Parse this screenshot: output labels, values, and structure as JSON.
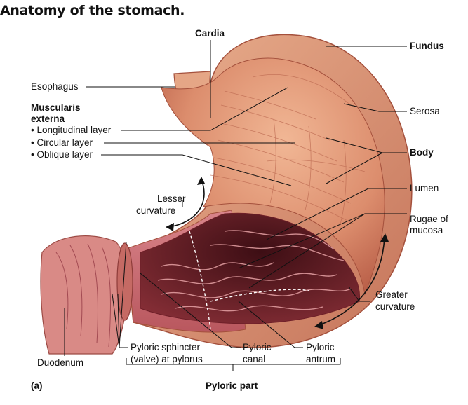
{
  "title": "Anatomy of the stomach.",
  "panel_label": "(a)",
  "labels": {
    "cardia": "Cardia",
    "fundus": "Fundus",
    "esophagus": "Esophagus",
    "muscularis_1": "Muscularis",
    "muscularis_2": "externa",
    "longitudinal": "• Longitudinal layer",
    "circular": "• Circular layer",
    "oblique": "• Oblique layer",
    "serosa": "Serosa",
    "body": "Body",
    "lumen": "Lumen",
    "lesser_1": "Lesser",
    "lesser_2": "curvature",
    "rugae_1": "Rugae of",
    "rugae_2": "mucosa",
    "greater_1": "Greater",
    "greater_2": "curvature",
    "duodenum": "Duodenum",
    "pyloric_sphincter_1": "Pyloric sphincter",
    "pyloric_sphincter_2": "(valve) at pylorus",
    "pyloric_canal_1": "Pyloric",
    "pyloric_canal_2": "canal",
    "pyloric_antrum_1": "Pyloric",
    "pyloric_antrum_2": "antrum",
    "pyloric_part": "Pyloric part"
  },
  "colors": {
    "muscle": "#d98a6c",
    "muscle_dark": "#b85a45",
    "mucosa": "#c96a6a",
    "rugae": "#7a2a30",
    "lumen": "#5a1820"
  }
}
